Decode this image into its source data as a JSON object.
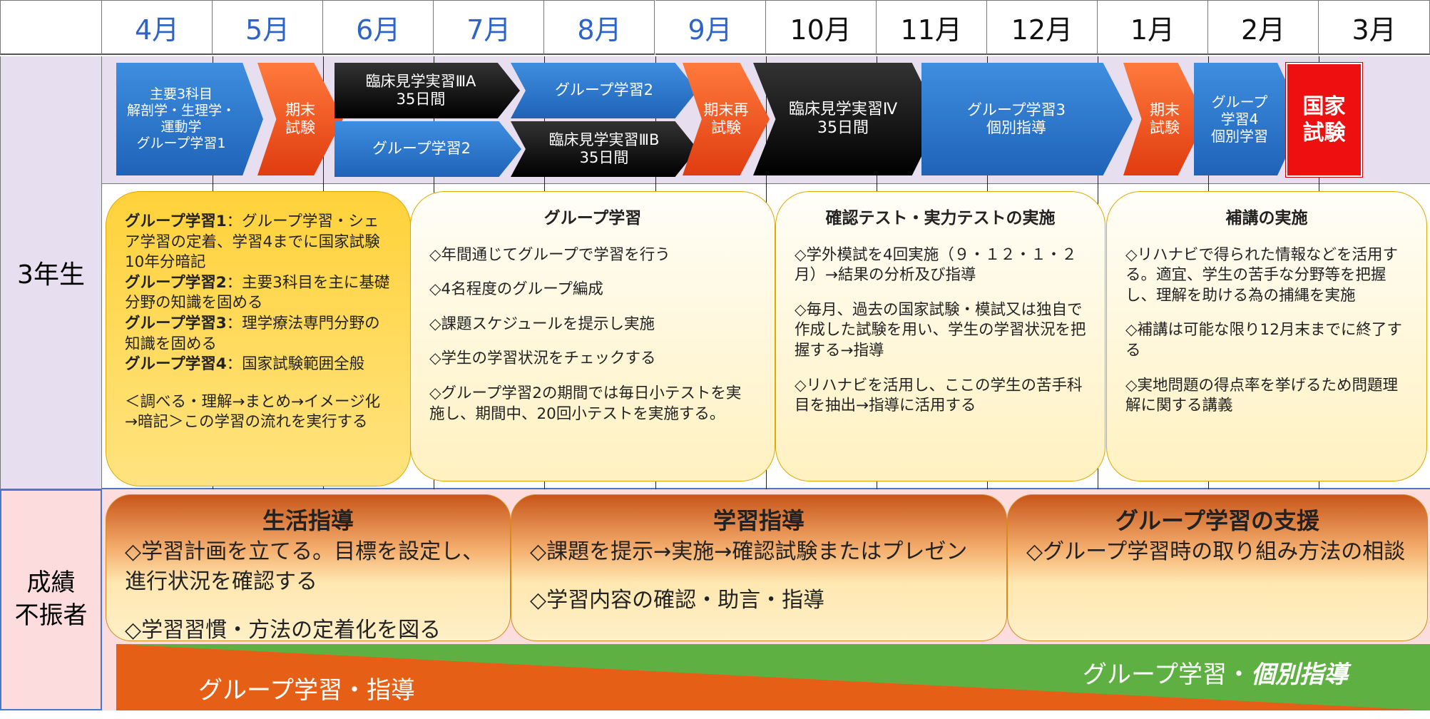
{
  "months": [
    "4月",
    "5月",
    "6月",
    "7月",
    "8月",
    "9月",
    "10月",
    "11月",
    "12月",
    "1月",
    "2月",
    "3月"
  ],
  "colors": {
    "month_blue": "#2e64c8",
    "lavender": "#e7def0",
    "pink": "#fcdcdc",
    "green": "#5fb043",
    "orange": "#e65f16"
  },
  "rows": {
    "third_year": "3年生",
    "underperformer": "成績\n不振者"
  },
  "schedule": {
    "main_subjects": "主要3科目\n解剖学・生理学・\n運動学\nグループ学習1",
    "final_exam1": "期末\n試験",
    "clinical_3a": "臨床見学実習ⅢA\n35日間",
    "group2_top": "グループ学習2",
    "group2_bottom": "グループ学習2",
    "clinical_3b": "臨床見学実習ⅢB\n35日間",
    "re_exam": "期末再\n試験",
    "clinical_4": "臨床見学実習Ⅳ\n35日間",
    "group3": "グループ学習3\n個別指導",
    "final_exam2": "期末\n試験",
    "group4": "グループ\n学習4\n個別学習",
    "national_exam": "国家\n試験"
  },
  "cards": {
    "card1": [
      {
        "b": "グループ学習1",
        "t": "：グループ学習・シェア学習の定着、学習4までに国家試験10年分暗記"
      },
      {
        "b": "グループ学習2",
        "t": "：主要3科目を主に基礎分野の知識を固める"
      },
      {
        "b": "グループ学習3",
        "t": "：理学療法専門分野の知識を固める"
      },
      {
        "b": "グループ学習4",
        "t": "：国家試験範囲全般"
      }
    ],
    "card1_flow": "＜調べる・理解→まとめ→イメージ化→暗記＞この学習の流れを実行する",
    "card2": {
      "title": "グループ学習",
      "items": [
        "◇年間通じてグループで学習を行う",
        "◇4名程度のグループ編成",
        "◇課題スケジュールを提示し実施",
        "◇学生の学習状況をチェックする",
        "◇グループ学習2の期間では毎日小テストを実施し、期間中、20回小テストを実施する。"
      ]
    },
    "card3": {
      "title": "確認テスト・実力テストの実施",
      "items": [
        "◇学外模試を4回実施（９・１２・１・２月）→結果の分析及び指導",
        "◇毎月、過去の国家試験・模試又は独自で作成した試験を用い、学生の学習状況を把握する→指導",
        "◇リハナビを活用し、ここの学生の苦手科目を抽出→指導に活用する"
      ]
    },
    "card4": {
      "title": "補講の実施",
      "items": [
        "◇リハナビで得られた情報などを活用する。適宜、学生の苦手な分野等を把握し、理解を助ける為の捕縄を実施",
        "◇補講は可能な限り12月末までに終了する",
        "◇実地問題の得点率を挙げるため問題理解に関する講義"
      ]
    }
  },
  "guidance": {
    "life": {
      "title": "生活指導",
      "items": [
        "◇学習計画を立てる。目標を設定し、進行状況を確認する",
        "◇学習習慣・方法の定着化を図る"
      ]
    },
    "study": {
      "title": "学習指導",
      "items": [
        "◇課題を提示→実施→確認試験またはプレゼン",
        "◇学習内容の確認・助言・指導"
      ]
    },
    "group": {
      "title": "グループ学習の支援",
      "items": [
        "◇グループ学習時の取り組み方法の相談"
      ]
    }
  },
  "bottom_bar": {
    "left": "グループ学習・指導",
    "right_a": "グループ学習・",
    "right_b": "個別指導"
  }
}
